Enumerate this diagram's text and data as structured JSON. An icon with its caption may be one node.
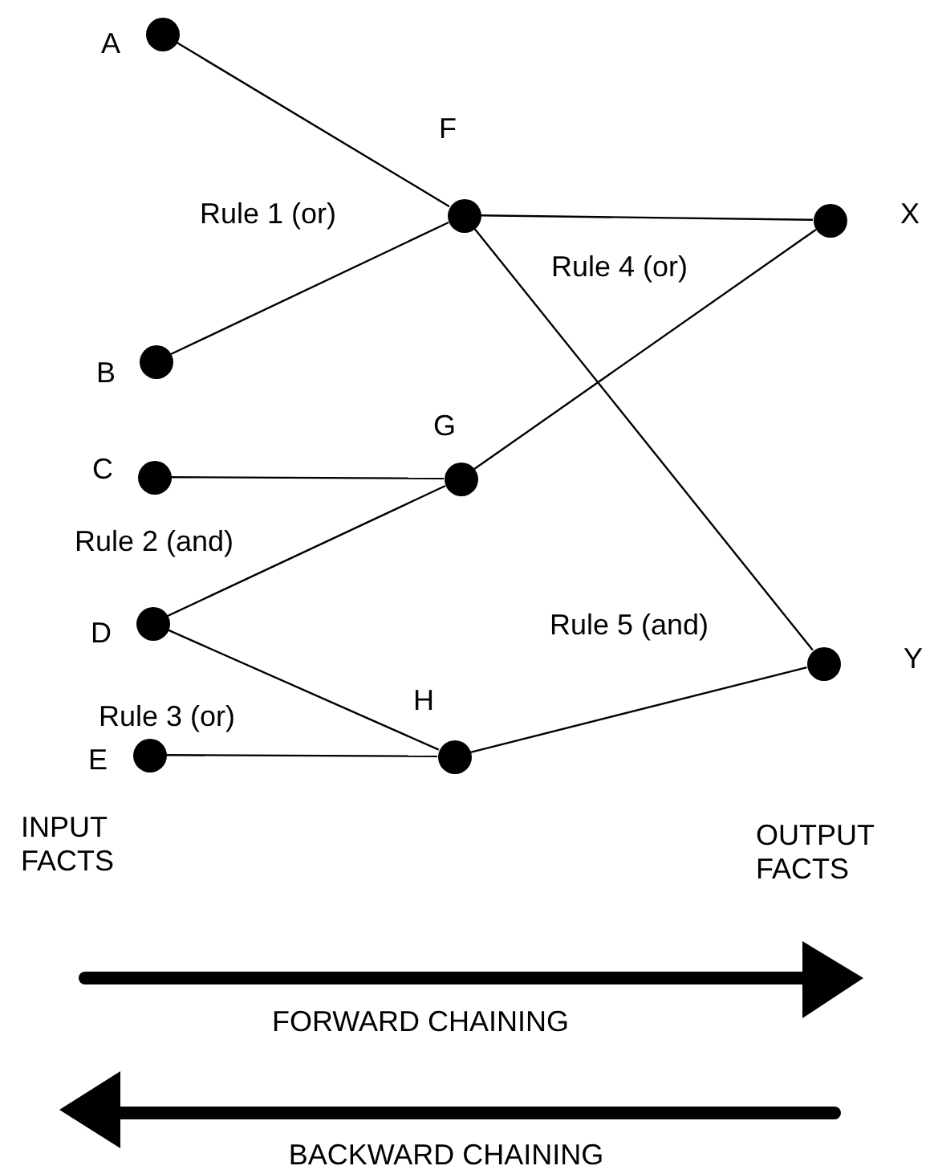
{
  "diagram": {
    "nodes": [
      {
        "text": [],
        "shape": "circle",
        "beside": [
          "A"
        ]
      },
      {
        "text": [],
        "shape": "circle",
        "beside": [
          "B"
        ]
      },
      {
        "text": [],
        "shape": "circle",
        "beside": [
          "C"
        ]
      },
      {
        "text": [],
        "shape": "circle",
        "beside": [
          "D"
        ]
      },
      {
        "text": [],
        "shape": "circle",
        "beside": [
          "E"
        ]
      },
      {
        "text": [],
        "shape": "circle",
        "beside": [
          "F"
        ]
      },
      {
        "text": [],
        "shape": "circle",
        "beside": [
          "G"
        ]
      },
      {
        "text": [],
        "shape": "circle",
        "beside": [
          "H"
        ]
      },
      {
        "text": [],
        "shape": "circle",
        "beside": [
          "X"
        ]
      },
      {
        "text": [],
        "shape": "circle",
        "beside": [
          "Y"
        ]
      }
    ],
    "edges": [
      {
        "from": 0,
        "to": 5,
        "arrow": "none"
      },
      {
        "from": 1,
        "to": 5,
        "arrow": "none"
      },
      {
        "from": 5,
        "to": 8,
        "arrow": "none"
      },
      {
        "from": 5,
        "to": 9,
        "arrow": "none"
      },
      {
        "from": 2,
        "to": 6,
        "arrow": "none"
      },
      {
        "from": 3,
        "to": 6,
        "arrow": "none"
      },
      {
        "from": 6,
        "to": 8,
        "arrow": "none"
      },
      {
        "from": 3,
        "to": 7,
        "arrow": "none"
      },
      {
        "from": 4,
        "to": 7,
        "arrow": "none"
      },
      {
        "from": 7,
        "to": 9,
        "arrow": "none"
      }
    ],
    "labels": [
      "Rule 1 (or)",
      "Rule 4 (or)",
      "Rule 2 (and)",
      "Rule 5 (and)",
      "Rule 3 (or)",
      "INPUT FACTS",
      "OUTPUT FACTS",
      "FORWARD CHAINING",
      "BACKWARD CHAINING"
    ]
  }
}
